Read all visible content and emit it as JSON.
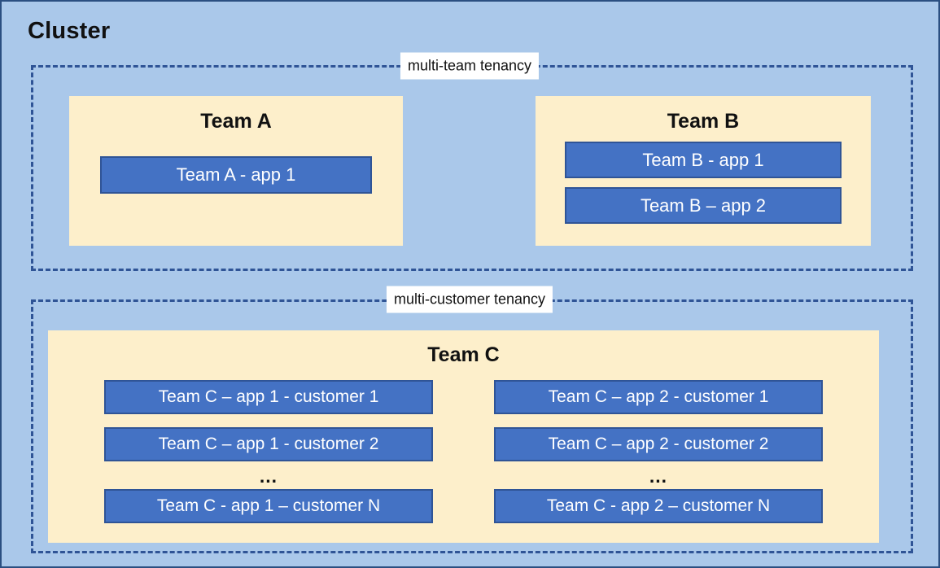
{
  "diagram": {
    "title": "Cluster",
    "colors": {
      "background": "#aac8ea",
      "zone_border": "#2f5496",
      "team_panel": "#fdefcb",
      "app_box_fill": "#4472c4",
      "app_box_border": "#2f5496",
      "app_box_text": "#ffffff",
      "title_text": "#111111",
      "zone_label_background": "#ffffff"
    },
    "zones": [
      {
        "id": "multi-team",
        "label": "multi-team tenancy",
        "teams": [
          {
            "id": "team-a",
            "title": "Team A",
            "apps": [
              "Team A - app 1"
            ]
          },
          {
            "id": "team-b",
            "title": "Team B",
            "apps": [
              "Team B - app 1",
              "Team B – app 2"
            ]
          }
        ]
      },
      {
        "id": "multi-customer",
        "label": "multi-customer tenancy",
        "teams": [
          {
            "id": "team-c",
            "title": "Team C",
            "columns": [
              {
                "id": "team-c-app-1",
                "items": [
                  "Team C – app 1 - customer 1",
                  "Team C – app 1 - customer 2"
                ],
                "ellipsis": "...",
                "last_item": "Team C - app 1 – customer N"
              },
              {
                "id": "team-c-app-2",
                "items": [
                  "Team C – app 2 - customer 1",
                  "Team C – app 2 - customer 2"
                ],
                "ellipsis": "...",
                "last_item": "Team C - app 2 – customer N"
              }
            ]
          }
        ]
      }
    ]
  }
}
